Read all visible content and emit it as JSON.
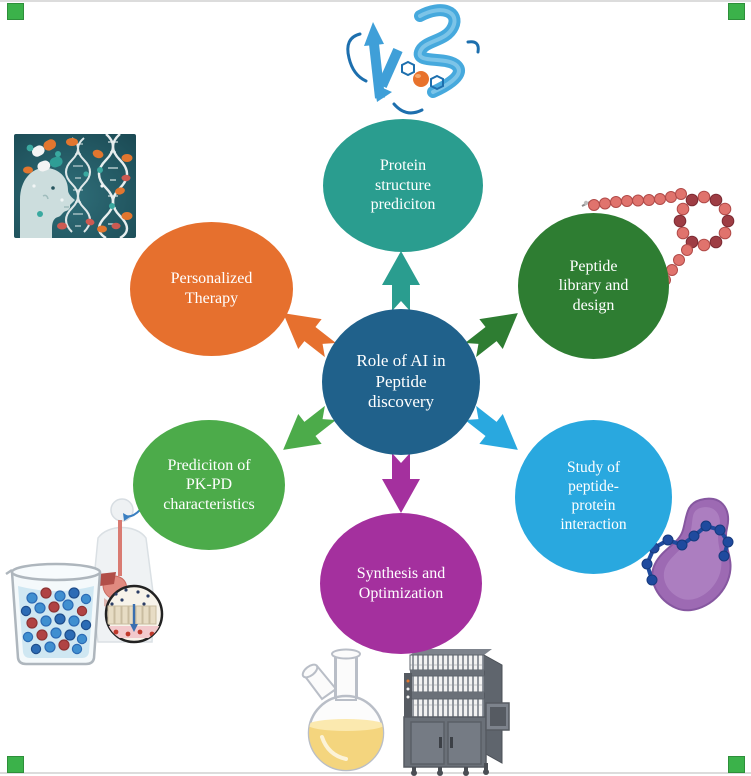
{
  "nodes": {
    "center": {
      "label": "Role of AI in\nPeptide\ndiscovery",
      "color": "#20618b"
    },
    "top": {
      "label": "Protein\nstructure\nprediciton",
      "color": "#2a9d8f"
    },
    "top_right": {
      "label": "Peptide\nlibrary and\ndesign",
      "color": "#2e7d32"
    },
    "bottom_right": {
      "label": "Study of\npeptide-\nprotein\ninteraction",
      "color": "#29a8df"
    },
    "bottom": {
      "label": "Synthesis and\nOptimization",
      "color": "#a4309e"
    },
    "bottom_left": {
      "label": "Prediciton of\nPK-PD\ncharacteristics",
      "color": "#4cab4a"
    },
    "top_left": {
      "label": "Personalized\nTherapy",
      "color": "#e6702e"
    }
  },
  "arrows": {
    "top": {
      "direction": "up",
      "color": "#2a9d8f"
    },
    "top_right": {
      "direction": "up-right",
      "color": "#2e7d32"
    },
    "bottom_right": {
      "direction": "down-right",
      "color": "#29a8df"
    },
    "bottom": {
      "direction": "down",
      "color": "#a4309e"
    },
    "bottom_left": {
      "direction": "down-left",
      "color": "#4cab4a"
    },
    "top_left": {
      "direction": "up-left",
      "color": "#e6702e"
    }
  },
  "icons": {
    "protein_ribbon": "blue protein ribbon structure with orange metal ion",
    "dna_pills_head": "human head with DNA helices and pills on teal background",
    "peptide_bead_chain": "red peptide bead chain with lasso loop",
    "peptide_protein_blob": "blue peptide beads binding purple protein blob",
    "flask_synthesizer": "two-neck round flask with yellow liquid and peptide synthesizer machine",
    "beaker_human": "beaker of blue and red molecules and human digestive absorption inset"
  },
  "style": {
    "text_color": "#ffffff",
    "handle_color": "#3bb24a",
    "edge_line_color": "#dcdcdc"
  }
}
